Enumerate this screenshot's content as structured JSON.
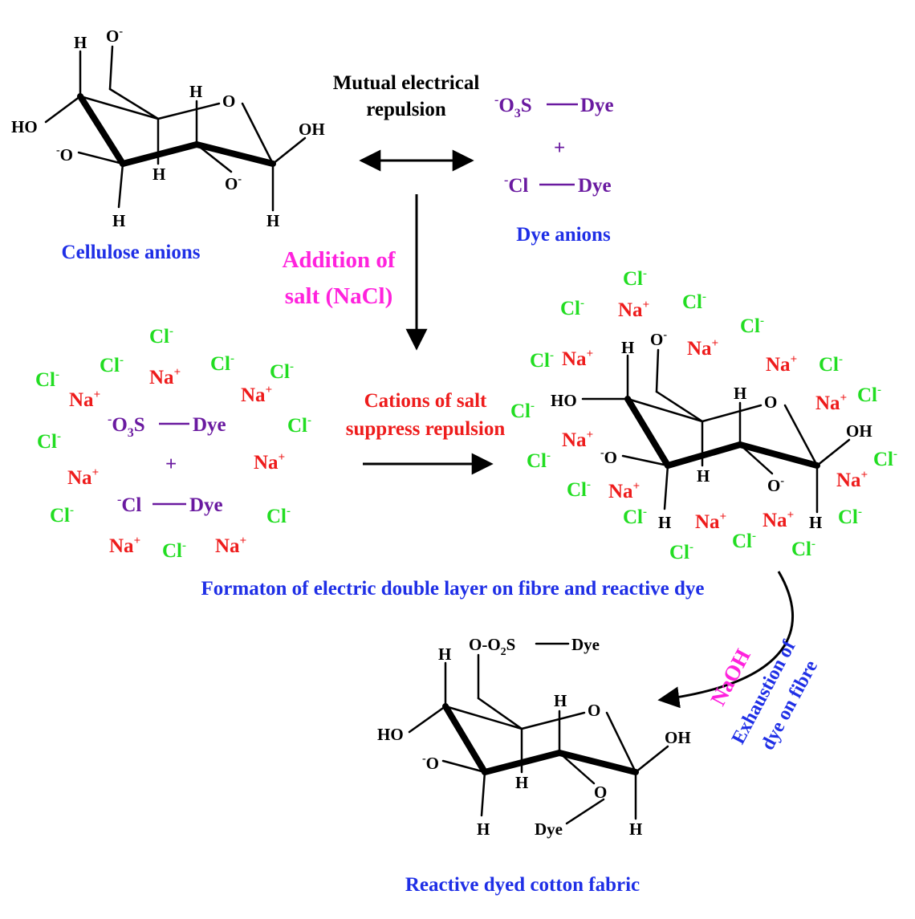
{
  "colors": {
    "title_blue": "#1f2fe6",
    "repulsion_red": "#ee1c1c",
    "salt_magenta": "#ff22dd",
    "dye_purple": "#6a1aa0",
    "chloride_green": "#22dd22",
    "sodium_red": "#ee1c1c",
    "bond_black": "#000000"
  },
  "labels": {
    "cellulose_anions": "Cellulose anions",
    "mutual_repulsion_1": "Mutual electrical",
    "mutual_repulsion_2": "repulsion",
    "dye_anions": "Dye anions",
    "addition_of_salt_1": "Addition of",
    "addition_of_salt_2": "salt (NaCl)",
    "cations_suppress_1": "Cations of salt",
    "cations_suppress_2": "suppress repulsion",
    "double_layer": "Formaton of electric double layer on fibre and reactive dye",
    "naoh": "NaOH",
    "exhaustion_1": "Exhaustion of",
    "exhaustion_2": "dye on fibre",
    "reactive_dyed": "Reactive dyed cotton fabric"
  },
  "atoms": {
    "H": "H",
    "O": "O",
    "HO": "HO",
    "OH": "OH",
    "O_minus": "O",
    "minus": "-",
    "plus": "+",
    "o_o2s_prefix": "O-O",
    "sub2": "2",
    "S": "S",
    "Dye": "Dye"
  },
  "dye_species": {
    "sulfonate_prefix": "-",
    "sulfonate_o": "O",
    "sulfonate_sub": "3",
    "sulfonate_s": "S",
    "dye_word": "Dye",
    "plus": "+",
    "chloro_prefix": "-",
    "chloro_cl": "Cl",
    "dye_word_2": "Dye"
  },
  "ions": {
    "na": "Na",
    "na_charge": "+",
    "cl": "Cl",
    "cl_charge": "-"
  }
}
